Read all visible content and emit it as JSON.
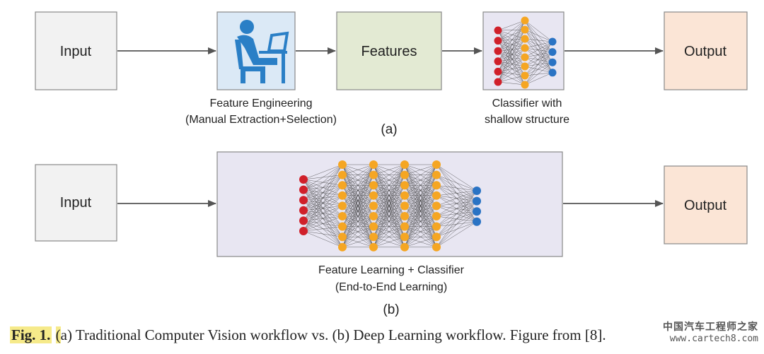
{
  "panel_a": {
    "input_label": "Input",
    "features_label": "Features",
    "output_label": "Output",
    "fe_caption_line1": "Feature Engineering",
    "fe_caption_line2": "(Manual Extraction+Selection)",
    "clf_caption_line1": "Classifier with",
    "clf_caption_line2": "shallow structure",
    "sublabel": "(a)"
  },
  "panel_b": {
    "input_label": "Input",
    "output_label": "Output",
    "caption_line1": "Feature Learning + Classifier",
    "caption_line2": "(End-to-End Learning)",
    "sublabel": "(b)"
  },
  "figure_caption": {
    "fig_label": "Fig. 1.",
    "open_paren": "(",
    "text": "a) Traditional Computer Vision workflow vs. (b) Deep Learning workflow. Figure from [8]."
  },
  "watermark": {
    "chinese": "中国汽车工程师之家",
    "url": "www.cartech8.com"
  },
  "colors": {
    "input_fill": "#f2f2f2",
    "features_fill": "#e3ead3",
    "output_fill": "#fbe5d6",
    "network_fill": "#e8e6f2",
    "fe_fill": "#dbe9f6",
    "person_blue": "#2a7fc6",
    "input_node": "#d0202a",
    "hidden_node": "#f5a623",
    "output_node": "#2a73c4"
  },
  "icons": [
    "person-at-laptop-icon",
    "neural-network-icon"
  ]
}
